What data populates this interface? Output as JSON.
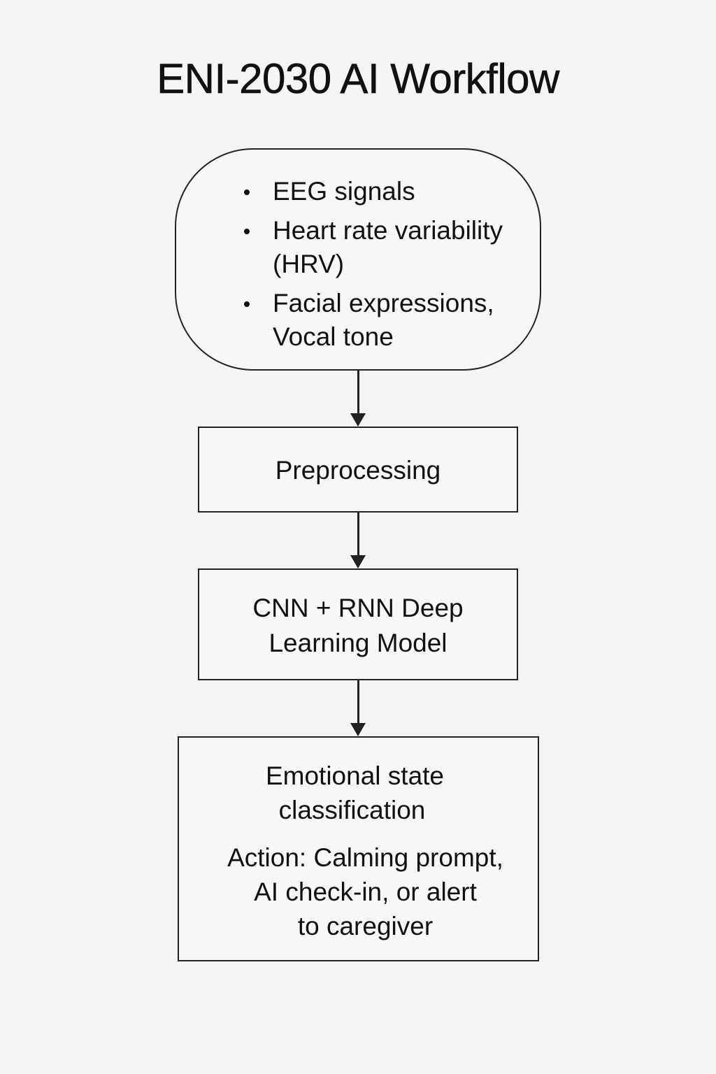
{
  "diagram": {
    "title": "ENI-2030 AI Workflow",
    "input_node": {
      "items": [
        "EEG signals",
        "Heart rate variability (HRV)",
        "Facial expressions, Vocal tone"
      ]
    },
    "preprocess_node": {
      "label": "Preprocessing"
    },
    "model_node": {
      "line1": "CNN + RNN Deep",
      "line2": "Learning Model"
    },
    "classification_node": {
      "line1": "Emotional state",
      "line2": "classification",
      "action_line1": "Action: Calming prompt,",
      "action_line2": "AI check-in, or alert",
      "action_line3": "to caregiver"
    },
    "colors": {
      "background": "#f5f5f4",
      "stroke": "#222222",
      "text": "#111111"
    }
  }
}
